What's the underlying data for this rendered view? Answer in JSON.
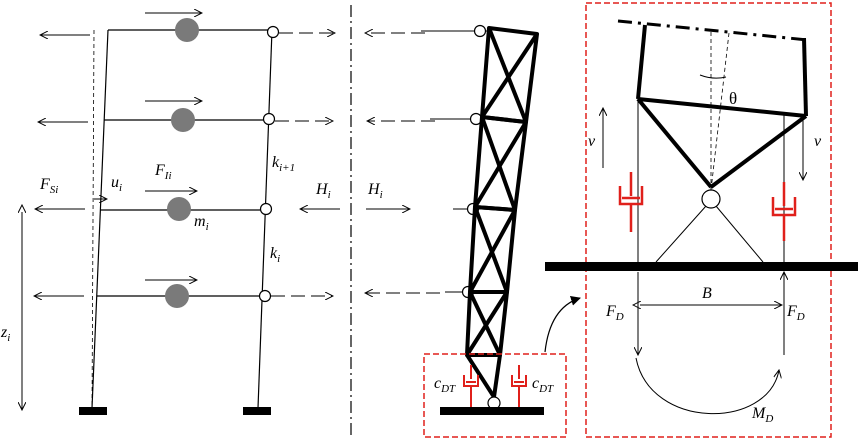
{
  "labels": {
    "force_seismic": "F",
    "force_seismic_sub": "Si",
    "displacement": "u",
    "displacement_sub": "i",
    "force_inertia": "F",
    "force_inertia_sub": "Ii",
    "stiffness_upper": "k",
    "stiffness_upper_sub": "i+1",
    "stiffness_lower": "k",
    "stiffness_lower_sub": "i",
    "mass": "m",
    "mass_sub": "i",
    "interaction_left": "H",
    "interaction_left_sub": "i",
    "interaction_right": "H",
    "interaction_right_sub": "i",
    "height": "z",
    "height_sub": "i",
    "damper_left": "c",
    "damper_left_sub": "DT",
    "damper_right": "c",
    "damper_right_sub": "DT",
    "rotation": "θ",
    "velocity_left": "v",
    "velocity_right": "v",
    "base_width": "B",
    "damper_force_left": "F",
    "damper_force_left_sub": "D",
    "damper_force_right": "F",
    "damper_force_right_sub": "D",
    "damper_moment": "M",
    "damper_moment_sub": "D"
  },
  "colors": {
    "ink": "#000000",
    "mass_fill": "#7a7a7a",
    "damper": "#e0201b",
    "callout_border": "#e0201b"
  }
}
